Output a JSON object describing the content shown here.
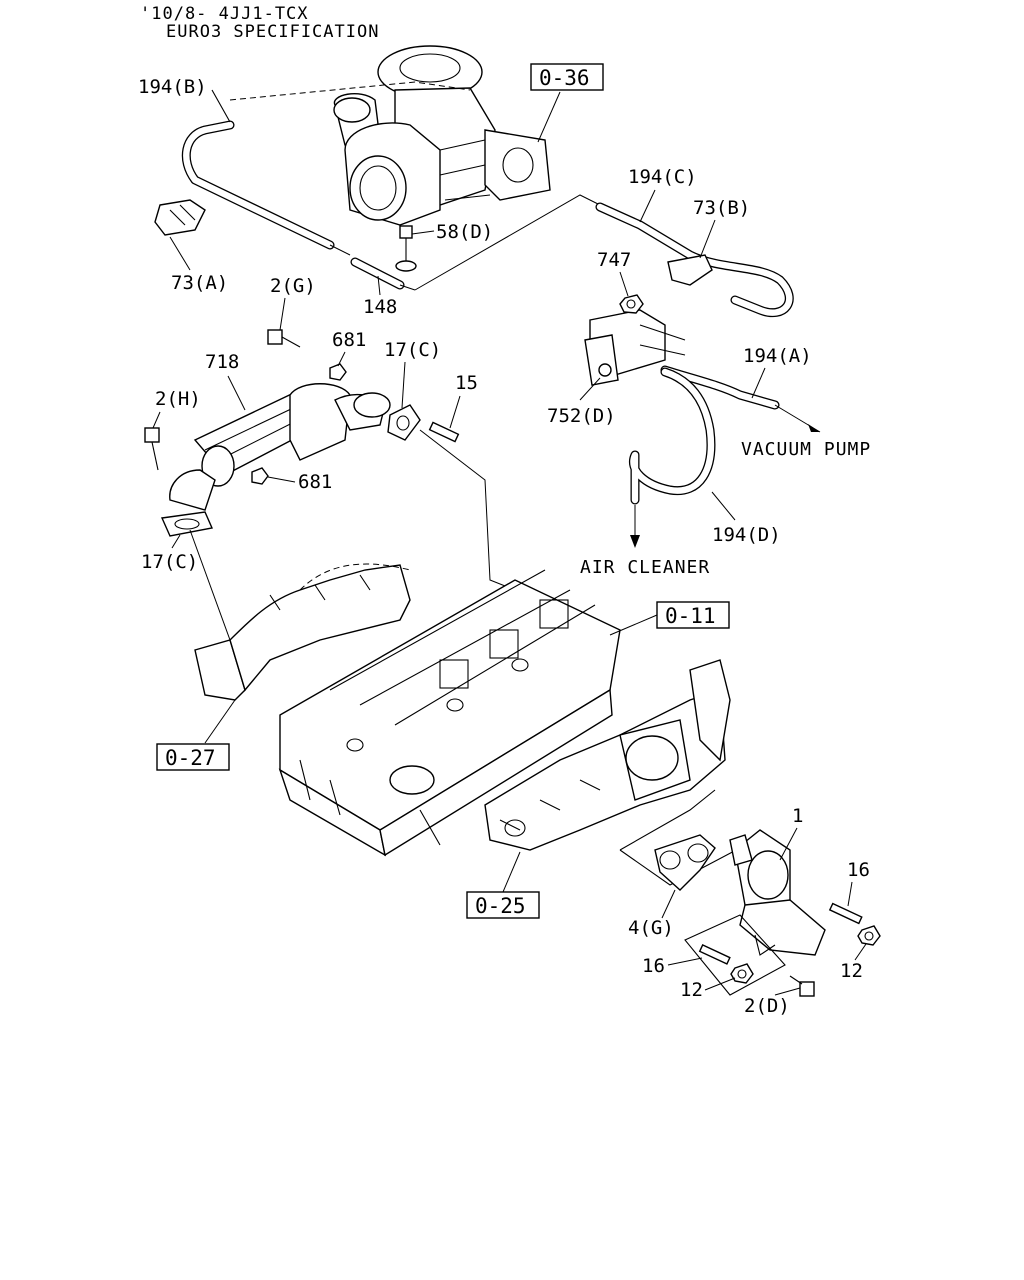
{
  "header": {
    "line1": "'10/8- 4JJ1-TCX",
    "line2": "EURO3 SPECIFICATION"
  },
  "callouts": {
    "c194b": "194(B)",
    "c73a": "73(A)",
    "c58d": "58(D)",
    "c148": "148",
    "c194c": "194(C)",
    "c73b": "73(B)",
    "c747": "747",
    "c752d": "752(D)",
    "c194a": "194(A)",
    "c194d": "194(D)",
    "c2g": "2(G)",
    "c681a": "681",
    "c17c_top": "17(C)",
    "c15": "15",
    "c718": "718",
    "c2h": "2(H)",
    "c681b": "681",
    "c17c_left": "17(C)",
    "c1": "1",
    "c16_right": "16",
    "c4g": "4(G)",
    "c16_left": "16",
    "c12_right": "12",
    "c12_left": "12",
    "c2d": "2(D)"
  },
  "references": {
    "r036": "0-36",
    "r011": "0-11",
    "r027": "0-27",
    "r025": "0-25"
  },
  "notes": {
    "vacuum_pump": "VACUUM PUMP",
    "air_cleaner": "AIR CLEANER"
  }
}
